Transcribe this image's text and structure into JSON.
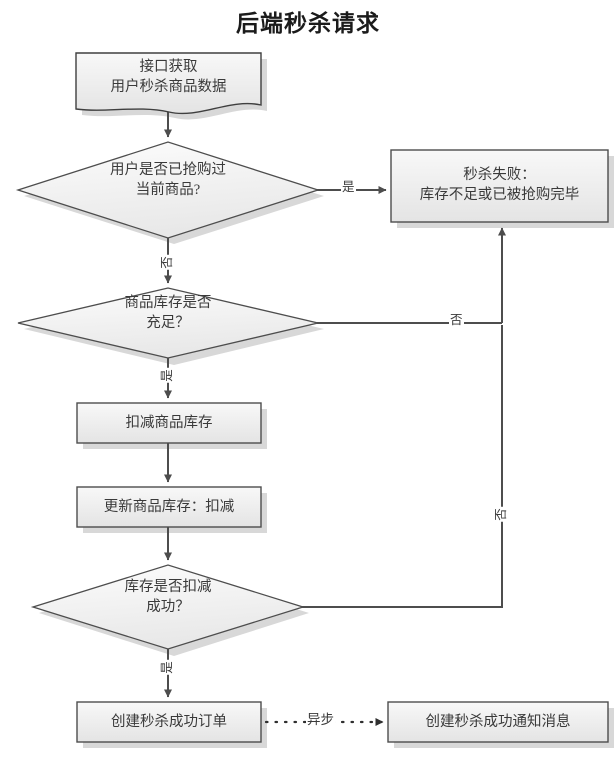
{
  "title": "后端秒杀请求",
  "theme": {
    "page_bg": "#ffffff",
    "node_fill_top": "#f6f6f6",
    "node_fill_bottom": "#e6e6e6",
    "node_border": "#4d4d4d",
    "text": "#3a3a3a",
    "title_text": "#1b1b1b",
    "connector": "#4d4d4d",
    "shadow": "#d9d9d9"
  },
  "chart_data": {
    "type": "diagram",
    "title": "后端秒杀请求",
    "nodes": [
      {
        "id": "n1",
        "shape": "document",
        "label": "接口获取\n用户秒杀商品数据"
      },
      {
        "id": "n2",
        "shape": "decision",
        "label": "用户是否已抢购过\n当前商品?"
      },
      {
        "id": "n3",
        "shape": "process",
        "label": "秒杀失败：\n库存不足或已被抢购完毕"
      },
      {
        "id": "n4",
        "shape": "decision",
        "label": "商品库存是否\n充足？"
      },
      {
        "id": "n5",
        "shape": "process",
        "label": "扣减商品库存"
      },
      {
        "id": "n6",
        "shape": "process",
        "label": "更新商品库存：扣减"
      },
      {
        "id": "n7",
        "shape": "decision",
        "label": "库存是否扣减\n成功？"
      },
      {
        "id": "n8",
        "shape": "process",
        "label": "创建秒杀成功订单"
      },
      {
        "id": "n9",
        "shape": "process",
        "label": "创建秒杀成功通知消息"
      }
    ],
    "edges": [
      {
        "from": "n1",
        "to": "n2",
        "label": "",
        "style": "solid"
      },
      {
        "from": "n2",
        "to": "n3",
        "label": "是",
        "style": "solid"
      },
      {
        "from": "n2",
        "to": "n4",
        "label": "否",
        "style": "solid"
      },
      {
        "from": "n4",
        "to": "n3",
        "label": "否",
        "style": "solid"
      },
      {
        "from": "n4",
        "to": "n5",
        "label": "是",
        "style": "solid"
      },
      {
        "from": "n5",
        "to": "n6",
        "label": "",
        "style": "solid"
      },
      {
        "from": "n6",
        "to": "n7",
        "label": "",
        "style": "solid"
      },
      {
        "from": "n7",
        "to": "n3",
        "label": "否",
        "style": "solid"
      },
      {
        "from": "n7",
        "to": "n8",
        "label": "是",
        "style": "solid"
      },
      {
        "from": "n8",
        "to": "n9",
        "label": "异步",
        "style": "dotted"
      }
    ]
  },
  "nodes": {
    "input_data": "接口获取\n用户秒杀商品数据",
    "decision_bought": "用户是否已抢购过\n当前商品?",
    "fail_box": "秒杀失败：\n库存不足或已被抢购完毕",
    "decision_stock": "商品库存是否\n充足？",
    "deduct_stock": "扣减商品库存",
    "update_stock": "更新商品库存：扣减",
    "decision_deduct": "库存是否扣减\n成功？",
    "create_order": "创建秒杀成功订单",
    "create_notify": "创建秒杀成功通知消息"
  },
  "edge_labels": {
    "bought_yes": "是",
    "bought_no": "否",
    "stock_no": "否",
    "stock_yes": "是",
    "deduct_no": "否",
    "deduct_yes": "是",
    "async": "异步"
  }
}
